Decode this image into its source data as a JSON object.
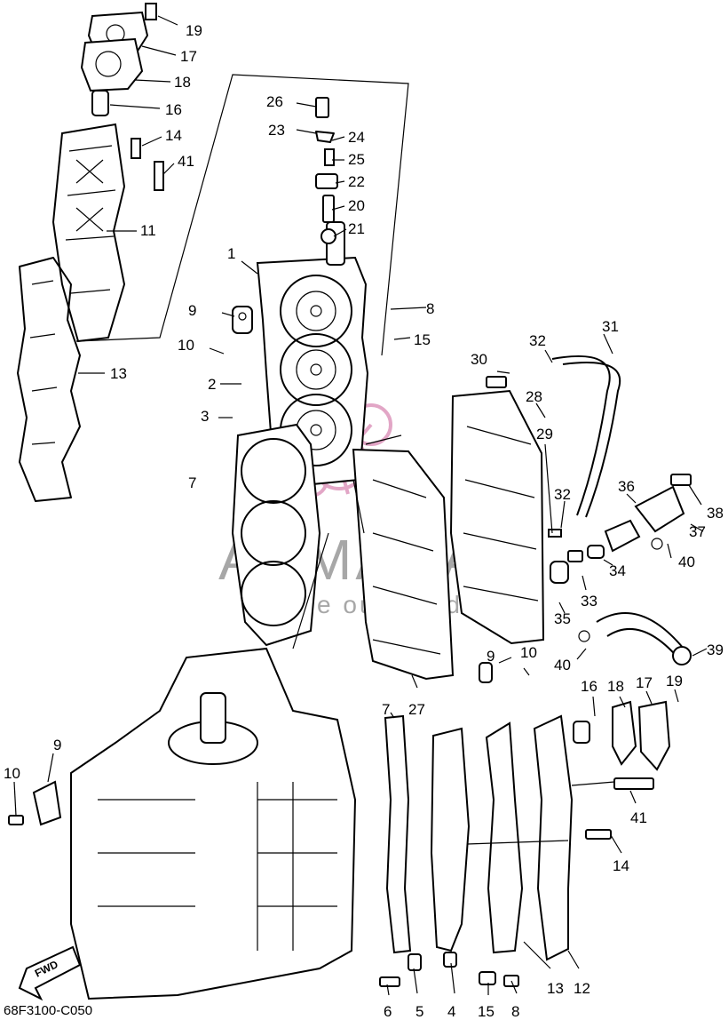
{
  "diagram_code": "68F3100-C050",
  "fwd_label": "FWD",
  "watermark": {
    "brand": "ARMADA",
    "tagline": "marine outboards",
    "logo_color": "#e2a6c6"
  },
  "callouts": [
    {
      "id": "c19a",
      "label": "19"
    },
    {
      "id": "c17a",
      "label": "17"
    },
    {
      "id": "c18a",
      "label": "18"
    },
    {
      "id": "c16a",
      "label": "16"
    },
    {
      "id": "c14a",
      "label": "14"
    },
    {
      "id": "c41a",
      "label": "41"
    },
    {
      "id": "c11",
      "label": "11"
    },
    {
      "id": "c13a",
      "label": "13"
    },
    {
      "id": "c26",
      "label": "26"
    },
    {
      "id": "c23",
      "label": "23"
    },
    {
      "id": "c24",
      "label": "24"
    },
    {
      "id": "c25",
      "label": "25"
    },
    {
      "id": "c22",
      "label": "22"
    },
    {
      "id": "c20",
      "label": "20"
    },
    {
      "id": "c21",
      "label": "21"
    },
    {
      "id": "c1",
      "label": "1"
    },
    {
      "id": "c8a",
      "label": "8"
    },
    {
      "id": "c9a",
      "label": "9"
    },
    {
      "id": "c15a",
      "label": "15"
    },
    {
      "id": "c10a",
      "label": "10"
    },
    {
      "id": "c31",
      "label": "31"
    },
    {
      "id": "c32a",
      "label": "32"
    },
    {
      "id": "c30",
      "label": "30"
    },
    {
      "id": "c2",
      "label": "2"
    },
    {
      "id": "c28",
      "label": "28"
    },
    {
      "id": "c3",
      "label": "3"
    },
    {
      "id": "c29",
      "label": "29"
    },
    {
      "id": "c7a",
      "label": "7"
    },
    {
      "id": "c36",
      "label": "36"
    },
    {
      "id": "c38",
      "label": "38"
    },
    {
      "id": "c32b",
      "label": "32"
    },
    {
      "id": "c37",
      "label": "37"
    },
    {
      "id": "c40a",
      "label": "40"
    },
    {
      "id": "c34",
      "label": "34"
    },
    {
      "id": "c33",
      "label": "33"
    },
    {
      "id": "c35",
      "label": "35"
    },
    {
      "id": "c39",
      "label": "39"
    },
    {
      "id": "c40b",
      "label": "40"
    },
    {
      "id": "c9b",
      "label": "9"
    },
    {
      "id": "c10b",
      "label": "10"
    },
    {
      "id": "c27",
      "label": "27"
    },
    {
      "id": "c7b",
      "label": "7"
    },
    {
      "id": "c16b",
      "label": "16"
    },
    {
      "id": "c18b",
      "label": "18"
    },
    {
      "id": "c17b",
      "label": "17"
    },
    {
      "id": "c19b",
      "label": "19"
    },
    {
      "id": "c9c",
      "label": "9"
    },
    {
      "id": "c10c",
      "label": "10"
    },
    {
      "id": "c41b",
      "label": "41"
    },
    {
      "id": "c14b",
      "label": "14"
    },
    {
      "id": "c13b",
      "label": "13"
    },
    {
      "id": "c12",
      "label": "12"
    },
    {
      "id": "c6",
      "label": "6"
    },
    {
      "id": "c5",
      "label": "5"
    },
    {
      "id": "c4",
      "label": "4"
    },
    {
      "id": "c15b",
      "label": "15"
    },
    {
      "id": "c8b",
      "label": "8"
    }
  ]
}
